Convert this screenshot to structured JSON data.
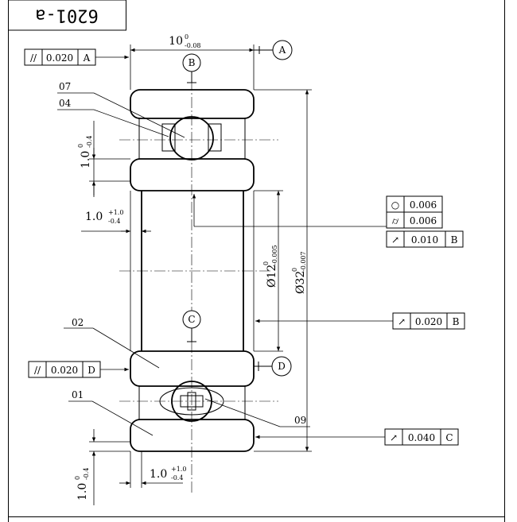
{
  "drawing": {
    "title_block": "6201-a",
    "datums": {
      "A": "A",
      "B": "B",
      "C": "C",
      "D": "D"
    },
    "part_labels": {
      "p07": "07",
      "p04": "04",
      "p02": "02",
      "p01": "01",
      "p09": "09"
    },
    "dimensions": {
      "width": {
        "base": "10",
        "upper": "0",
        "lower": "-0.08"
      },
      "chamfer_left_top": {
        "base": "1.0",
        "upper": "0",
        "lower": "-0.4"
      },
      "chamfer_side_top": {
        "base": "1.0",
        "upper": "+1.0",
        "lower": "-0.4"
      },
      "chamfer_bottom": {
        "base": "1.0",
        "upper": "+1.0",
        "lower": "-0.4"
      },
      "chamfer_left_bottom": {
        "base": "1.0",
        "upper": "0",
        "lower": "-0.4"
      },
      "bore": {
        "base": "Ø12",
        "upper": "0",
        "lower": "-0.005"
      },
      "outer": {
        "base": "Ø32",
        "upper": "0",
        "lower": "-0.007"
      }
    },
    "tolerances": {
      "parallel_a": {
        "symbol": "//",
        "value": "0.020",
        "datum": "A"
      },
      "parallel_d": {
        "symbol": "//",
        "value": "0.020",
        "datum": "D"
      },
      "roundness": {
        "symbol": "○",
        "value": "0.006"
      },
      "cylindricity": {
        "symbol": "⌭",
        "value": "0.006"
      },
      "runout_bore": {
        "symbol": "↗",
        "value": "0.010",
        "datum": "B"
      },
      "runout_face": {
        "symbol": "↗",
        "value": "0.020",
        "datum": "B"
      },
      "runout_outer": {
        "symbol": "↗",
        "value": "0.040",
        "datum": "C"
      }
    }
  }
}
